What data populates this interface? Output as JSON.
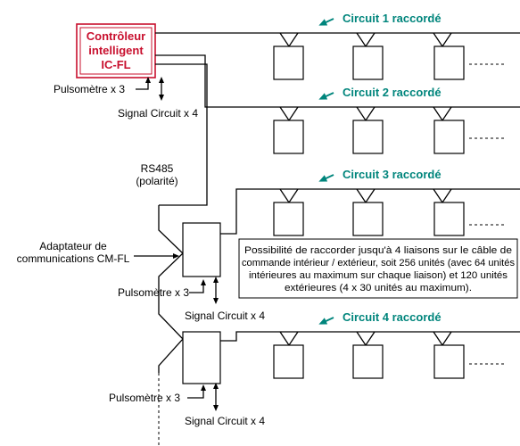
{
  "controller": {
    "line1": "Contrôleur",
    "line2": "intelligent",
    "line3": "IC-FL"
  },
  "labels": {
    "pulsometre": "Pulsomètre x 3",
    "signal_circuit": "Signal Circuit x 4",
    "rs485_line1": "RS485",
    "rs485_line2": "(polarité)",
    "adapter_line1": "Adaptateur de",
    "adapter_line2": "communications CM-FL"
  },
  "circuits": [
    {
      "label": "Circuit 1 raccordé"
    },
    {
      "label": "Circuit 2 raccordé"
    },
    {
      "label": "Circuit 3 raccordé"
    },
    {
      "label": "Circuit 4 raccordé"
    }
  ],
  "note": {
    "line1": "Possibilité de raccorder jusqu'à 4 liaisons sur le câble de",
    "line2": "commande intérieur / extérieur, soit 256 unités (avec 64 unités",
    "line3": "intérieures au maximum sur chaque liaison) et 120 unités",
    "line4": "extérieures (4 x 30 unités au maximum)."
  },
  "colors": {
    "controller_red": "#c8102e",
    "circuit_teal": "#00857c"
  }
}
